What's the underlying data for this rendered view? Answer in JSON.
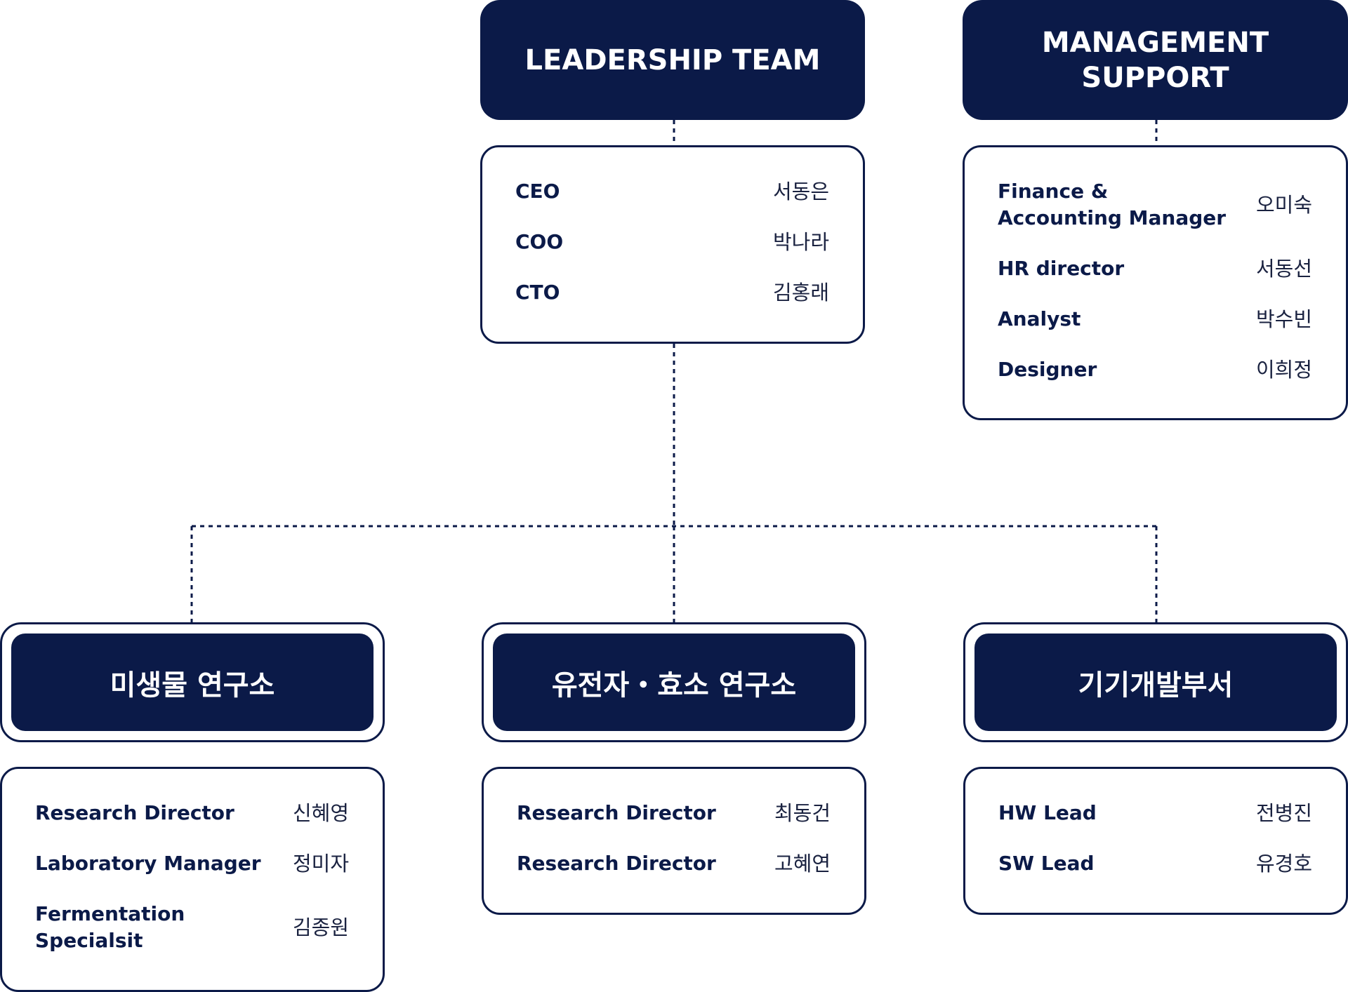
{
  "leadership": {
    "title": "LEADERSHIP TEAM",
    "members": [
      {
        "role": "CEO",
        "name": "서동은"
      },
      {
        "role": "COO",
        "name": "박나라"
      },
      {
        "role": "CTO",
        "name": "김홍래"
      }
    ]
  },
  "management": {
    "title_line1": "MANAGEMENT",
    "title_line2": "SUPPORT",
    "members": [
      {
        "role_line1": "Finance &",
        "role_line2": "Accounting Manager",
        "name": "오미숙"
      },
      {
        "role": "HR director",
        "name": "서동선"
      },
      {
        "role": "Analyst",
        "name": "박수빈"
      },
      {
        "role": "Designer",
        "name": "이희정"
      }
    ]
  },
  "departments": [
    {
      "title": "미생물 연구소",
      "members": [
        {
          "role": "Research Director",
          "name": "신혜영"
        },
        {
          "role": "Laboratory Manager",
          "name": "정미자"
        },
        {
          "role_line1": "Fermentation",
          "role_line2": "Specialsit",
          "name": "김종원"
        }
      ]
    },
    {
      "title": "유전자・효소 연구소",
      "members": [
        {
          "role": "Research Director",
          "name": "최동건"
        },
        {
          "role": "Research Director",
          "name": "고혜연"
        }
      ]
    },
    {
      "title": "기기개발부서",
      "members": [
        {
          "role": "HW Lead",
          "name": "전병진"
        },
        {
          "role": "SW Lead",
          "name": "유경호"
        }
      ]
    }
  ],
  "colors": {
    "navy": "#0b1a48",
    "background": "#ffffff"
  }
}
